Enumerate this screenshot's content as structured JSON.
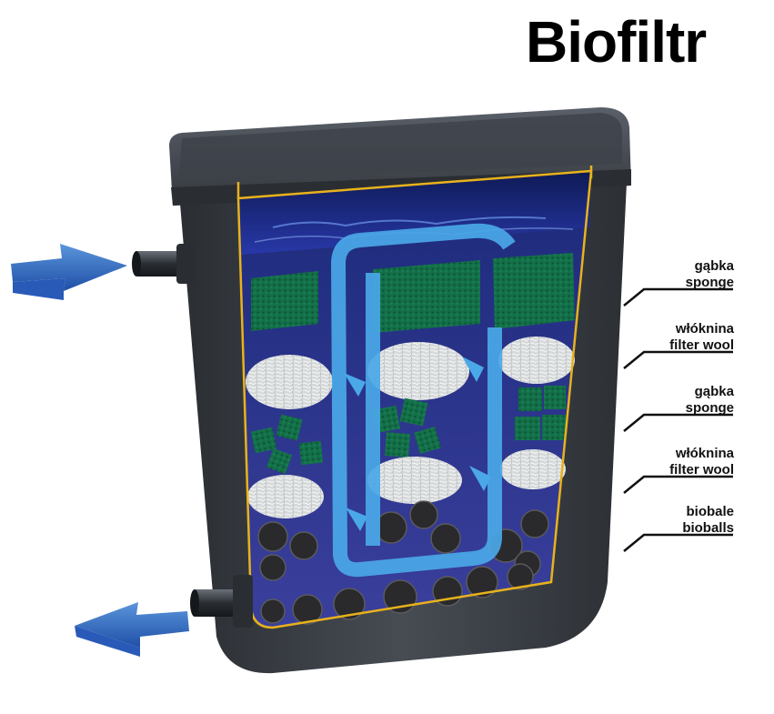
{
  "title": "Biofiltr",
  "layers": [
    {
      "pl": "gąbka",
      "en": "sponge"
    },
    {
      "pl": "włóknina",
      "en": "filter wool"
    },
    {
      "pl": "gąbka",
      "en": "sponge"
    },
    {
      "pl": "włóknina",
      "en": "filter wool"
    },
    {
      "pl": "biobale",
      "en": "bioballs"
    }
  ],
  "colors": {
    "housing": "#3c4148",
    "housing_dark": "#22262b",
    "cutaway_outline": "#e8b21c",
    "water": "#1e2f8c",
    "flow_channel": "#4aa8e8",
    "sponge": "#0f6b45",
    "filter_wool": "#d9dcdc",
    "bioballs": "#2a2a2c",
    "arrow": "#2f6fc4"
  },
  "icons": [
    "inlet-arrow-icon",
    "outlet-arrow-icon",
    "inlet-pipe-icon",
    "outlet-pipe-icon"
  ]
}
